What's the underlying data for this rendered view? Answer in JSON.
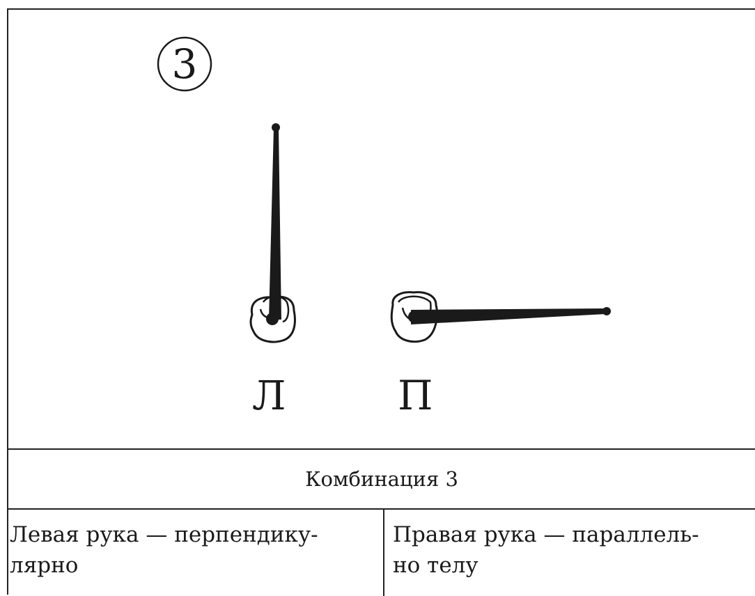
{
  "figure": {
    "number_badge": "3",
    "left_label": "Л",
    "right_label": "П"
  },
  "caption": "Комбинация 3",
  "description": {
    "left_lines": [
      "Левая рука — перпендику-",
      "лярно"
    ],
    "right_lines": [
      "Правая рука — параллель-",
      "но телу"
    ]
  },
  "colors": {
    "ink": "#1a1a1a",
    "border": "#222222",
    "background": "#ffffff"
  }
}
